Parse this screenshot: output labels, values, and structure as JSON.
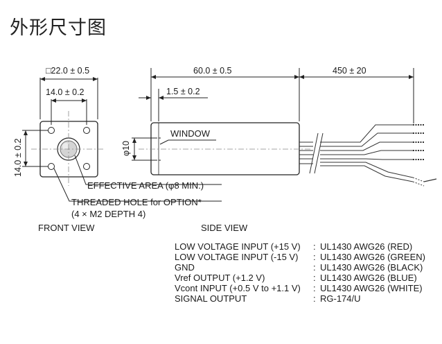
{
  "title": "外形尺寸图",
  "front_view": {
    "label": "FRONT VIEW",
    "dim_square": "□22.0 ± 0.5",
    "dim_hole_h": "14.0 ± 0.2",
    "dim_hole_v": "14.0 ± 0.2",
    "effective_area": "EFFECTIVE AREA (φ8 MIN.)",
    "threaded_hole": "THREADED HOLE for OPTION*",
    "threaded_hole_detail": "(4 × M2 DEPTH 4)"
  },
  "side_view": {
    "label": "SIDE VIEW",
    "dim_length": "60.0 ± 0.5",
    "dim_cable": "450 ± 20",
    "dim_window_offset": "1.5 ± 0.2",
    "dim_window_dia": "φ10",
    "window_label": "WINDOW"
  },
  "connections": [
    {
      "signal": "LOW VOLTAGE INPUT (+15 V)",
      "sep": ":",
      "cable": "UL1430 AWG26 (RED)"
    },
    {
      "signal": "LOW VOLTAGE INPUT (-15 V)",
      "sep": ":",
      "cable": "UL1430 AWG26 (GREEN)"
    },
    {
      "signal": "GND",
      "sep": ":",
      "cable": "UL1430 AWG26 (BLACK)"
    },
    {
      "signal": "Vref OUTPUT (+1.2 V)",
      "sep": ":",
      "cable": "UL1430 AWG26 (BLUE)"
    },
    {
      "signal": "Vcont INPUT (+0.5 V to +1.1 V)",
      "sep": ":",
      "cable": "UL1430 AWG26 (WHITE)"
    },
    {
      "signal": "SIGNAL OUTPUT",
      "sep": ":",
      "cable": "RG-174/U"
    }
  ]
}
